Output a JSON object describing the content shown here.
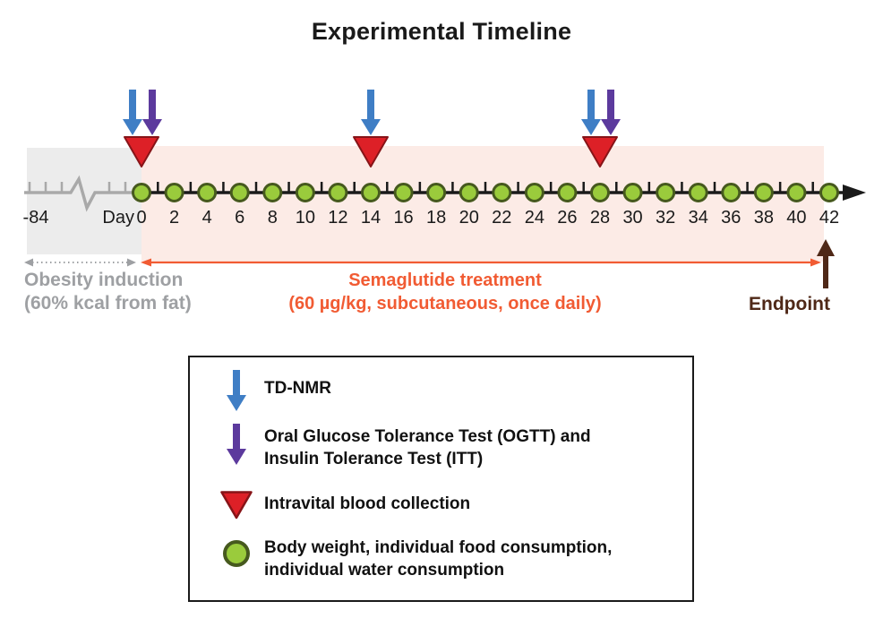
{
  "title": "Experimental Timeline",
  "timeline": {
    "pre_break_label": "-84",
    "day_prefix": "Day",
    "day_labels": [
      0,
      2,
      4,
      6,
      8,
      10,
      12,
      14,
      16,
      18,
      20,
      22,
      24,
      26,
      28,
      30,
      32,
      34,
      36,
      38,
      40,
      42
    ],
    "odd_tick_days": [
      1,
      3,
      5,
      7,
      9,
      11,
      13,
      15,
      17,
      19,
      21,
      23,
      25,
      27,
      29,
      31,
      33,
      35,
      37,
      39,
      41
    ],
    "events": {
      "td_nmr_days": [
        0,
        14,
        28
      ],
      "ogtt_itt_days": [
        0,
        28
      ],
      "blood_collection_days": [
        0,
        14,
        28
      ],
      "daily_measure_days": [
        0,
        2,
        4,
        6,
        8,
        10,
        12,
        14,
        16,
        18,
        20,
        22,
        24,
        26,
        28,
        30,
        32,
        34,
        36,
        38,
        40,
        42
      ]
    }
  },
  "phases": {
    "obesity": {
      "line1": "Obesity induction",
      "line2": "(60% kcal from fat)"
    },
    "treatment": {
      "line1": "Semaglutide treatment",
      "line2": "(60 µg/kg, subcutaneous, once daily)"
    },
    "endpoint": "Endpoint"
  },
  "legend": {
    "td_nmr_label": "TD-NMR",
    "ogtt_line1": "Oral Glucose Tolerance Test (OGTT) and",
    "ogtt_line2": "Insulin Tolerance Test (ITT)",
    "blood_label": "Intravital blood collection",
    "daily_line1": "Body weight, individual food consumption,",
    "daily_line2": "individual water consumption"
  },
  "colors": {
    "blue": "#3f7ec5",
    "purple": "#5c3a9d",
    "red_fill": "#dd2027",
    "red_stroke": "#871418",
    "green_fill": "#9acb3c",
    "green_stroke": "#46591e",
    "pink_region": "#fcebe6",
    "gray_region": "#ececec",
    "gray_axis": "#a9a9a9",
    "gray_text": "#9ea0a3",
    "orange": "#f15b33",
    "brown": "#4f2817",
    "axis_black": "#1a1a1a"
  }
}
